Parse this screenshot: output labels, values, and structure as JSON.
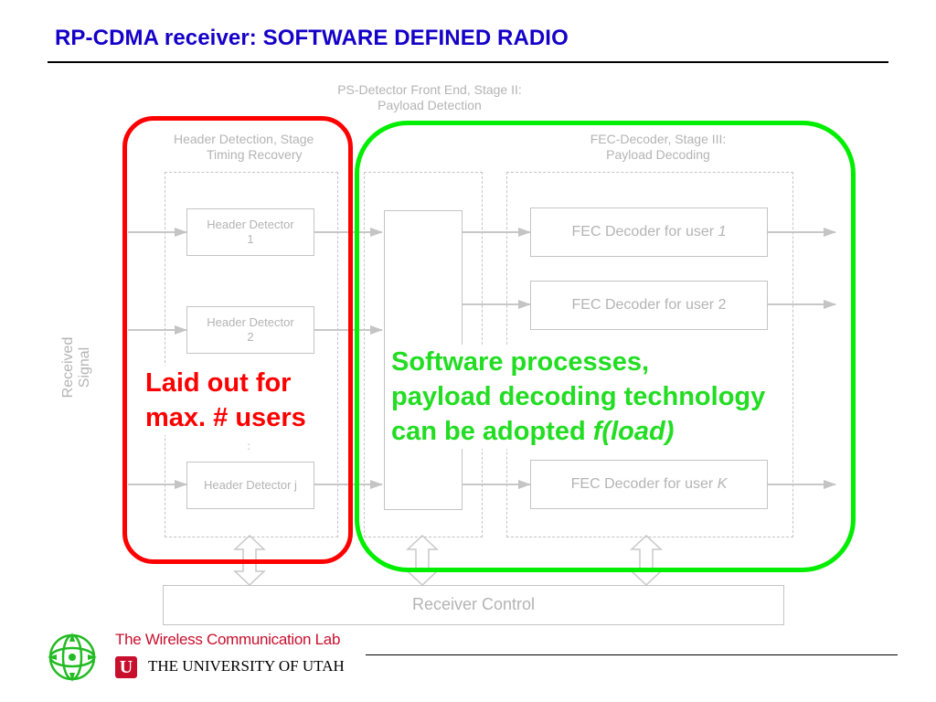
{
  "slide": {
    "title": "RP-CDMA receiver: SOFTWARE DEFINED RADIO"
  },
  "diagram": {
    "ps_detector_label": "PS-Detector Front End, Stage II:",
    "ps_detector_sub": "Payload Detection",
    "header_stage_label": "Header Detection, Stage",
    "header_stage_sub": "Timing Recovery",
    "fec_stage_label": "FEC-Decoder, Stage III:",
    "fec_stage_sub": "Payload Decoding",
    "received_signal_line1": "Received",
    "received_signal_line2": "Signal",
    "header_detectors": [
      {
        "label": "Header Detector",
        "index": "1"
      },
      {
        "label": "Header Detector",
        "index": "2"
      },
      {
        "label": "Header Detector j",
        "index": ""
      }
    ],
    "vertical_dots": ":",
    "fec_decoders": [
      {
        "label": "FEC Decoder for user ",
        "user": "1"
      },
      {
        "label": "FEC Decoder for user 2",
        "user": ""
      },
      {
        "label": "FEC Decoder for user ",
        "user": "K"
      }
    ],
    "receiver_control": "Receiver Control"
  },
  "callouts": {
    "red_line1": "Laid out for",
    "red_line2": "max. # users",
    "green_line1": "Software processes,",
    "green_line2": "payload decoding technology",
    "green_line3_prefix": "can be adopted ",
    "green_line3_italic": "f(load)"
  },
  "footer": {
    "lab_name": "The Wireless Communication Lab",
    "university": "THE UNIVERSITY OF UTAH",
    "university_mark": "U"
  },
  "colors": {
    "title": "#1400c8",
    "red_callout": "#ff0000",
    "green_callout": "#00ee00",
    "diagram_gray": "#b4b4b4",
    "utah_red": "#c8102e",
    "logo_green": "#22bb22"
  },
  "icons": {
    "logo": "wireless-lab-globe-logo",
    "university": "utah-u-logo"
  }
}
